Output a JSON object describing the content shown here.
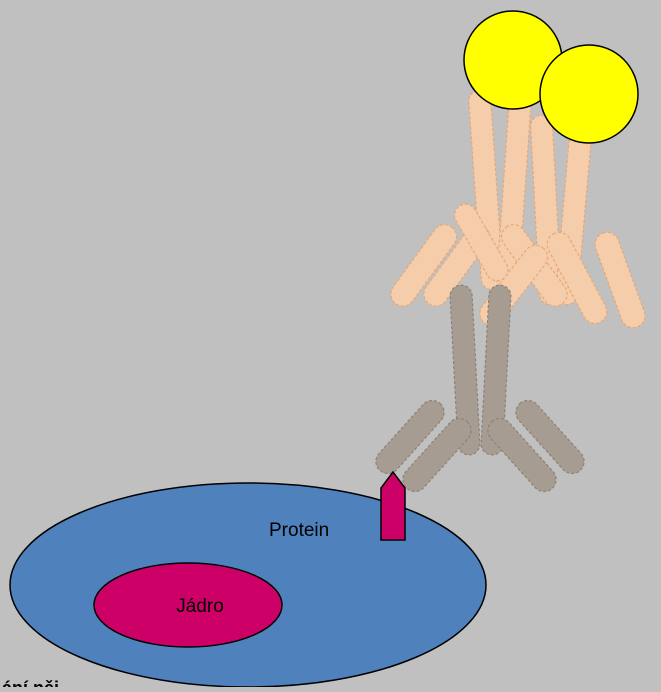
{
  "diagram": {
    "labels": {
      "protein": "Protein",
      "nucleus": "Jádro",
      "bottom_cut_text": "ání něj"
    },
    "colors": {
      "background": "#c0c0c0",
      "cell": "#4f81bd",
      "nucleus": "#cc0066",
      "protein": "#cc0066",
      "primary_antibody": "#a69c91",
      "primary_antibody_edge": "#8c8276",
      "secondary_antibody": "#f5cdaa",
      "secondary_antibody_edge": "#e6a878",
      "label_sphere": "#ffff00",
      "outline": "#000000"
    }
  }
}
